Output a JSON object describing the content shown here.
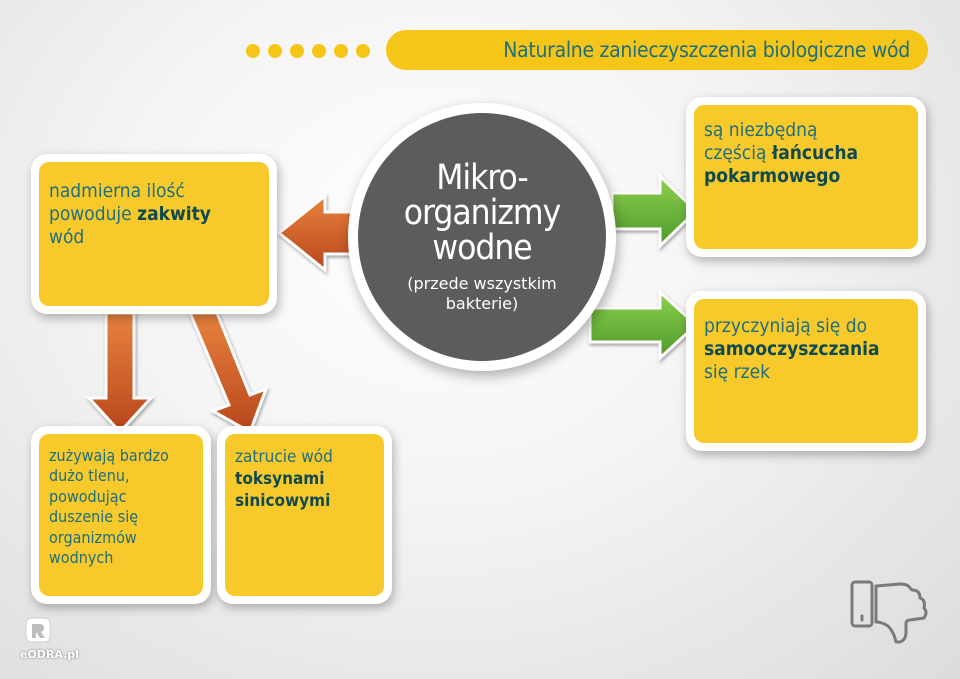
{
  "title": "Naturalne zanieczyszczenia biologiczne wód",
  "center": {
    "main_line1": "Mikro-",
    "main_line2": "organizmy",
    "main_line3": "wodne",
    "sub_line1": "(przede wszystkim",
    "sub_line2": "bakterie)"
  },
  "left_box": {
    "p1": "nadmierna ilość",
    "p2": "powoduje ",
    "b1": "zakwity",
    "p3": "wód"
  },
  "right_top_box": {
    "p1": "są niezbędną",
    "p2": "częścią ",
    "b1": "łańcucha",
    "b2": "pokarmowego"
  },
  "right_bottom_box": {
    "p1": "przyczyniają się do",
    "b1": "samooczyszczania",
    "p2": "się rzek"
  },
  "bottom_left_box": {
    "p1": "zużywają bardzo",
    "p2": "dużo tlenu,",
    "p3": "powodując",
    "p4": "duszenie się",
    "p5": "organizmów",
    "p6": "wodnych"
  },
  "bottom_mid_box": {
    "p1": "zatrucie wód",
    "b1": "toksynami",
    "b2": "sinicowymi"
  },
  "logo": {
    "text": "eODRA.pl"
  },
  "colors": {
    "yellow": "#f7c92b",
    "teal": "#1f6e7e",
    "dark_teal": "#0e4a4f",
    "circle_gray": "#5c5c5c",
    "orange_arrow": "#d2632a",
    "green_arrow": "#6ab23e"
  },
  "icons": [
    "thumbs-down-icon",
    "eodra-logo-icon"
  ]
}
